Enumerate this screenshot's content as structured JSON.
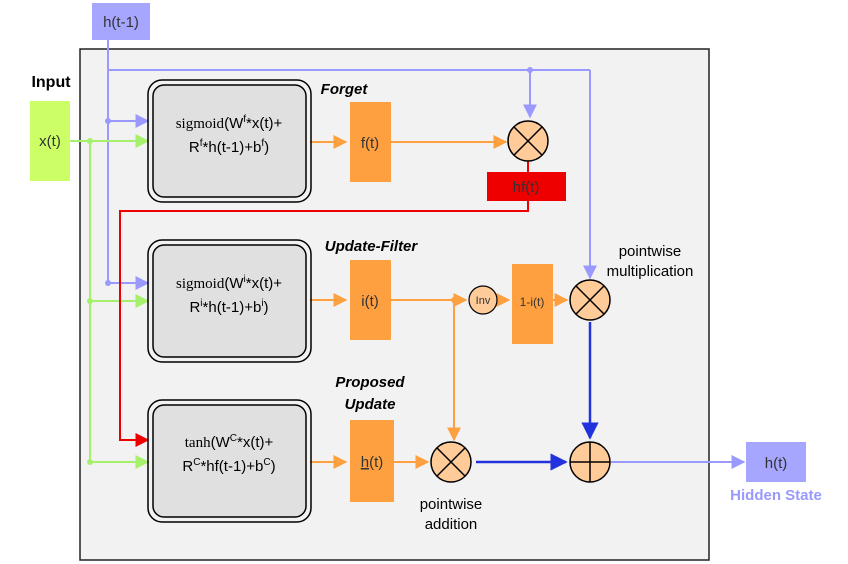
{
  "colors": {
    "frame_fill": "#f2f2f2",
    "frame_stroke": "#222222",
    "gate_fill": "#e0e0e0",
    "orange_box": "#ffa040",
    "orange_line": "#ffa040",
    "op_fill": "#ffcc99",
    "input_green": "#ccff66",
    "green_line": "#a6f06b",
    "h_box": "#a6a6ff",
    "purple_line": "#9999ff",
    "red": "#ee0000",
    "dark_blue": "#2233dd",
    "hidden_label": "#9999ff"
  },
  "labels": {
    "input": "Input",
    "xt": "x(t)",
    "hprev": "h(t-1)",
    "forget": "Forget",
    "update_filter": "Update-Filter",
    "proposed_1": "Proposed",
    "proposed_2": "Update",
    "ft": "f(t)",
    "it": "i(t)",
    "ht_tilde_h": "h",
    "ht_tilde_t": "(t)",
    "hft": "hf(t)",
    "inv": "Inv",
    "one_minus_i": "1-i(t)",
    "pointwise_mult_1": "pointwise",
    "pointwise_mult_2": "multiplication",
    "pointwise_add_1": "pointwise",
    "pointwise_add_2": "addition",
    "ht": "h(t)",
    "hidden_state": "Hidden State"
  },
  "gates": {
    "forget": {
      "fn": "sigmoid",
      "w": "W",
      "w_sup": "f",
      "l1_rest": "*x(t)+",
      "r": "R",
      "r_sup": "f",
      "l2_mid": "*h(t-1)+b",
      "b_sup": "f",
      "l2_end": ")"
    },
    "update": {
      "fn": "sigmoid",
      "w": "W",
      "w_sup": "i",
      "l1_rest": "*x(t)+",
      "r": "R",
      "r_sup": "i",
      "l2_mid": "*h(t-1)+b",
      "b_sup": "i",
      "l2_end": ")"
    },
    "proposal": {
      "fn": "tanh",
      "w": "W",
      "w_sup": "C",
      "l1_rest": "*x(t)+",
      "r": "R",
      "r_sup": "C",
      "l2_mid": "*hf(t-1)+b",
      "b_sup": "C",
      "l2_end": ")"
    }
  }
}
